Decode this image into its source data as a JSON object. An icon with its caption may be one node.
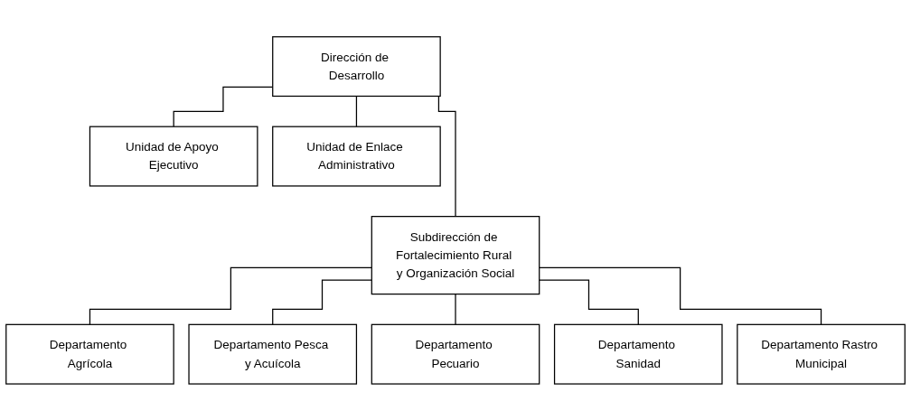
{
  "diagram": {
    "nodes": [
      {
        "text": [
          "Dirección de Desarrollo"
        ]
      },
      {
        "text": [
          "Unidad de Apoyo Ejecutivo"
        ]
      },
      {
        "text": [
          "Unidad de Enlace Administrativo"
        ]
      },
      {
        "text": [
          "Subdirección de Fortalecimiento Rural y Organización Social"
        ]
      },
      {
        "text": [
          "Departamento Agrícola"
        ]
      },
      {
        "text": [
          "Departamento Pesca y Acuícola"
        ]
      },
      {
        "text": [
          "Departamento Pecuario"
        ]
      },
      {
        "text": [
          "Departamento Sanidad"
        ]
      },
      {
        "text": [
          "Departamento Rastro Municipal"
        ]
      }
    ],
    "edges": [
      {
        "from": 0,
        "to": 1,
        "arrow": "none"
      },
      {
        "from": 0,
        "to": 2,
        "arrow": "none"
      },
      {
        "from": 0,
        "to": 3,
        "arrow": "none"
      },
      {
        "from": 3,
        "to": 4,
        "arrow": "none"
      },
      {
        "from": 3,
        "to": 5,
        "arrow": "none"
      },
      {
        "from": 3,
        "to": 6,
        "arrow": "none"
      },
      {
        "from": 3,
        "to": 7,
        "arrow": "none"
      },
      {
        "from": 3,
        "to": 8,
        "arrow": "none"
      }
    ]
  }
}
